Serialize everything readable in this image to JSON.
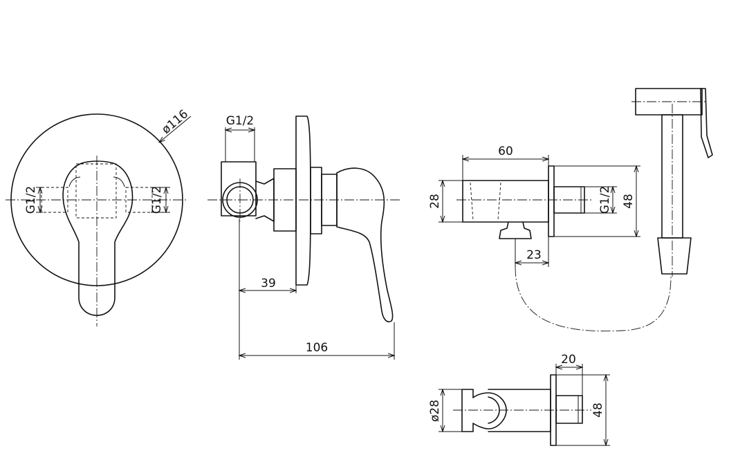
{
  "dimensions": {
    "front_diameter": "ø116",
    "front_thread_left": "G1/2",
    "front_thread_right": "G1/2",
    "side_thread_top": "G1/2",
    "side_depth": "39",
    "side_total_depth": "106",
    "elbow_width": "60",
    "elbow_height": "28",
    "elbow_thread": "G1/2",
    "elbow_plate_height": "48",
    "elbow_outlet_offset": "23",
    "holder_width": "20",
    "holder_diameter": "ø28",
    "holder_plate_height": "48"
  }
}
